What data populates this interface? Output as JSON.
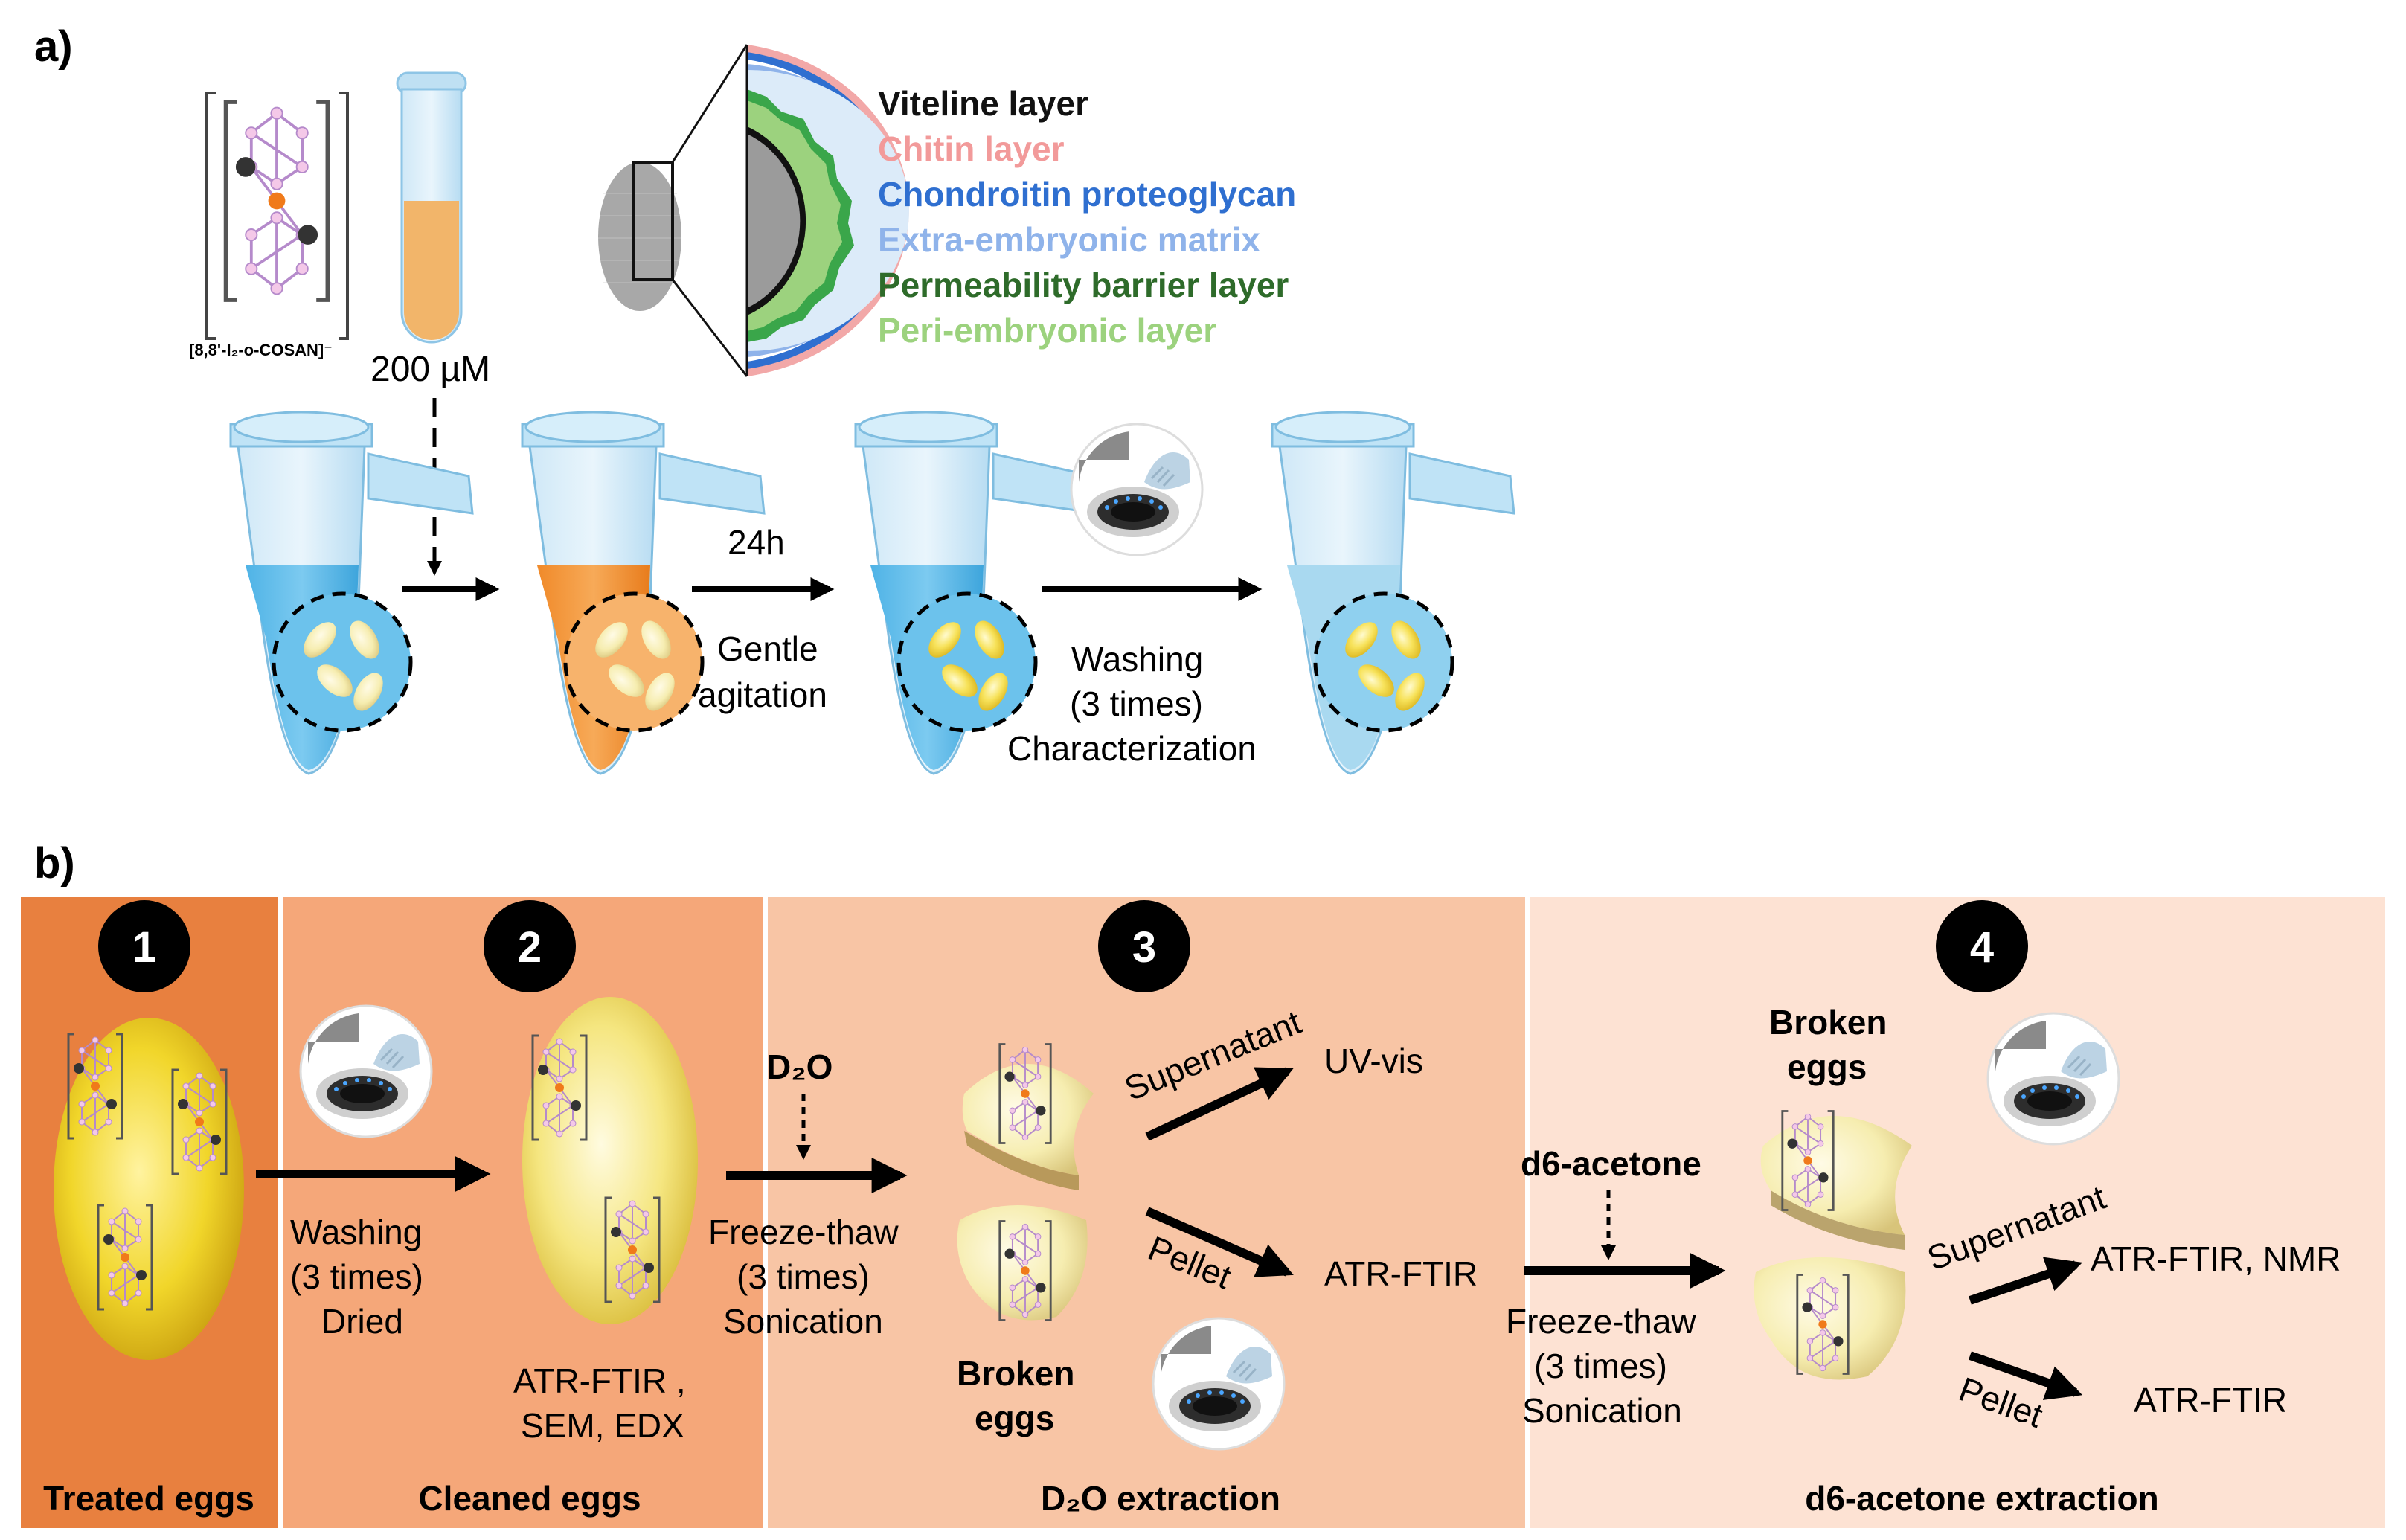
{
  "panel_a": {
    "label": "a)",
    "compound_label": "[8,8'-I₂-o-COSAN]⁻",
    "concentration": "200 µM",
    "legend": [
      {
        "text": "Viteline layer",
        "color": "#111111"
      },
      {
        "text": "Chitin layer",
        "color": "#f29a9a"
      },
      {
        "text": "Chondroitin proteoglycan",
        "color": "#2f6fd0"
      },
      {
        "text": "Extra-embryonic matrix",
        "color": "#8fb3ea"
      },
      {
        "text": "Permeability barrier layer",
        "color": "#2e6b2a"
      },
      {
        "text": "Peri-embryonic layer",
        "color": "#9cd27e"
      }
    ],
    "step_time": "24h",
    "step_agitation_1": "Gentle",
    "step_agitation_2": "agitation",
    "step_wash_1": "Washing",
    "step_wash_2": "(3 times)",
    "step_wash_3": "Characterization"
  },
  "panel_b": {
    "label": "b)",
    "sections": [
      {
        "number": "1",
        "title": "Treated eggs",
        "color": "#e8803f"
      },
      {
        "number": "2",
        "title": "Cleaned eggs",
        "color": "#f5a779"
      },
      {
        "number": "3",
        "title": "D₂O extraction",
        "color": "#f8c5a5"
      },
      {
        "number": "4",
        "title": "d6-acetone extraction",
        "color": "#fde2d3"
      }
    ],
    "wash_1": "Washing",
    "wash_2": "(3 times)",
    "wash_3": "Dried",
    "cleaned_char_1": "ATR-FTIR  ,",
    "cleaned_char_2": "SEM, EDX",
    "d2o_label": "D₂O",
    "freeze_1": "Freeze-thaw",
    "freeze_2": "(3 times)",
    "freeze_3": "Sonication",
    "broken_1": "Broken",
    "broken_2": "eggs",
    "supernatant": "Supernatant",
    "uvvis": "UV-vis",
    "pellet": "Pellet",
    "atr": "ATR-FTIR",
    "acetone_label": "d6-acetone",
    "freeze2_1": "Freeze-thaw",
    "freeze2_2": "(3 times)",
    "freeze2_3": "Sonication",
    "broken2_1": "Broken",
    "broken2_2": "eggs",
    "supernatant2": "Supernatant",
    "atr_nmr": "ATR-FTIR,  NMR",
    "pellet2": "Pellet",
    "atr2": "ATR-FTIR"
  }
}
